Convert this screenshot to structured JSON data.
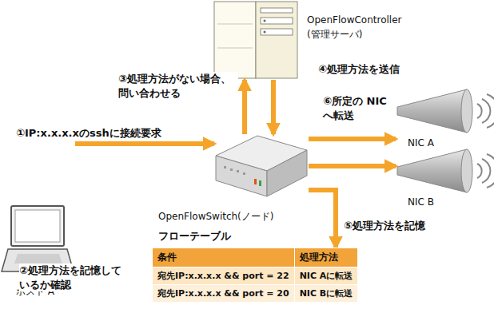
{
  "diagram": {
    "nodes": [
      {
        "text": [
          "OpenFlowController",
          "(管理サーバ)"
        ]
      },
      {
        "text": [
          "ホスト A"
        ]
      },
      {
        "text": [
          "OpenFlowSwitch(ノード)"
        ]
      },
      {
        "text": [
          "NIC A"
        ]
      },
      {
        "text": [
          "NIC B"
        ]
      },
      {
        "text": [
          "フローテーブル"
        ]
      }
    ],
    "edges": [
      {
        "from": 1,
        "to": 2,
        "arrow": "to",
        "label": "①IP:x.x.x.xのsshに接続要求"
      },
      {
        "from": 2,
        "to": 0,
        "arrow": "to",
        "label": "③処理方法がない場合、問い合わせる"
      },
      {
        "from": 0,
        "to": 2,
        "arrow": "to",
        "label": "④処理方法を送信"
      },
      {
        "from": 2,
        "to": 3,
        "arrow": "to",
        "label": "⑥所定の NICへ転送"
      },
      {
        "from": 2,
        "to": 4,
        "arrow": "to"
      },
      {
        "from": 2,
        "to": 5,
        "arrow": "to",
        "label": "⑤処理方法を記憶"
      }
    ],
    "labels": [
      "②処理方法を記憶しているか確認",
      "条件",
      "処理方法",
      "宛先IP:x.x.x.x && port = 22",
      "NIC Aに転送",
      "宛先IP:x.x.x.x && port = 20",
      "NIC Bに転送"
    ]
  }
}
